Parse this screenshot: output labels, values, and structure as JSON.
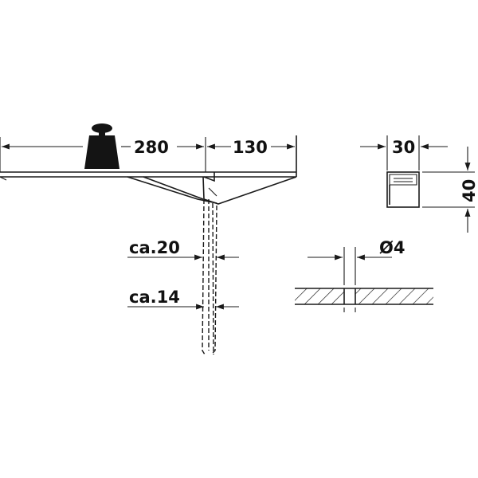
{
  "dimensions": {
    "shelf_left": "280",
    "shelf_right": "130",
    "profile_width": "30",
    "profile_height": "40",
    "pin_top": "ca.20",
    "pin_bottom": "ca.14",
    "hole_diameter": "Ø4"
  },
  "icons": {
    "weight": "weight-icon"
  },
  "colors": {
    "line": "#1a1a1a",
    "hatch": "#1a1a1a",
    "background": "#ffffff"
  }
}
